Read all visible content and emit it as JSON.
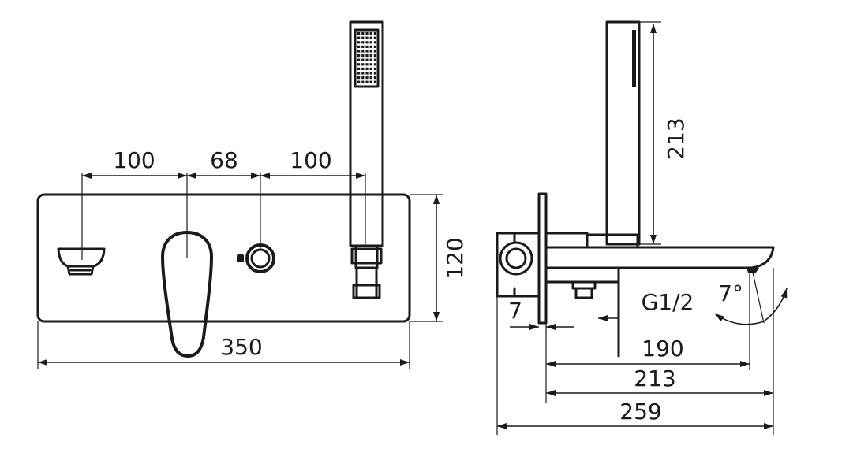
{
  "front_view": {
    "dimensions": {
      "left_spacing": "100",
      "middle_spacing": "68",
      "right_spacing": "100",
      "height": "120",
      "width": "350"
    }
  },
  "side_view": {
    "dimensions": {
      "handshower_height": "213",
      "plate_gap": "7",
      "thread": "G1/2",
      "angle": "7°",
      "spout_190": "190",
      "spout_213": "213",
      "overall_259": "259"
    }
  }
}
